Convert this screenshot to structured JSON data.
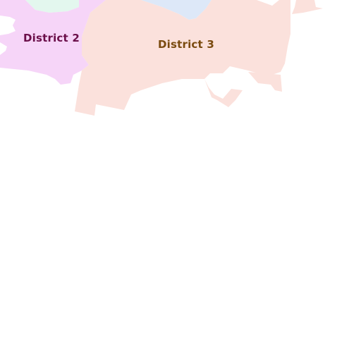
{
  "map": {
    "districts": [
      {
        "id": "district-2",
        "label": "District 2",
        "fill": "#f6d5f8",
        "label_color": "#6b0f4a"
      },
      {
        "id": "district-3",
        "label": "District 3",
        "fill": "#fbe1dc",
        "label_color": "#7a4a0f"
      }
    ],
    "neighbors": [
      {
        "id": "north-green",
        "fill": "#e3f7ee"
      },
      {
        "id": "north-blue",
        "fill": "#dde8f8"
      }
    ],
    "background": "#ffffff"
  }
}
